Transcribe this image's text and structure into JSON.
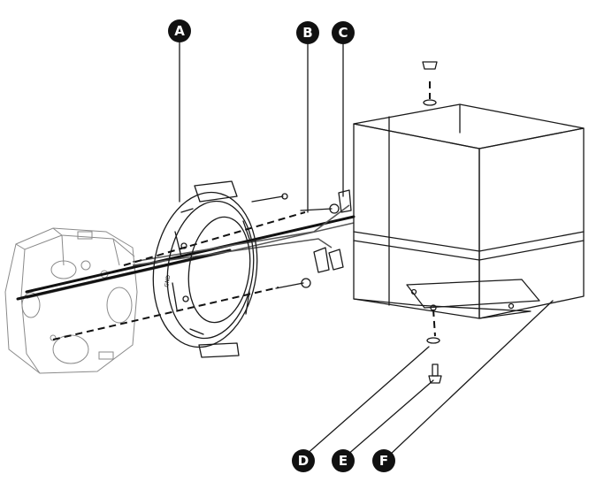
{
  "callouts": [
    {
      "id": "A",
      "label": "A"
    },
    {
      "id": "B",
      "label": "B"
    },
    {
      "id": "C",
      "label": "C"
    },
    {
      "id": "D",
      "label": "D"
    },
    {
      "id": "E",
      "label": "E"
    },
    {
      "id": "F",
      "label": "F"
    }
  ],
  "bracket_mark": "GND",
  "colors": {
    "ink": "#111111",
    "callout_fill": "#111111",
    "callout_text": "#ffffff",
    "junction_box_line": "#8a8a8a",
    "background": "#ffffff"
  }
}
